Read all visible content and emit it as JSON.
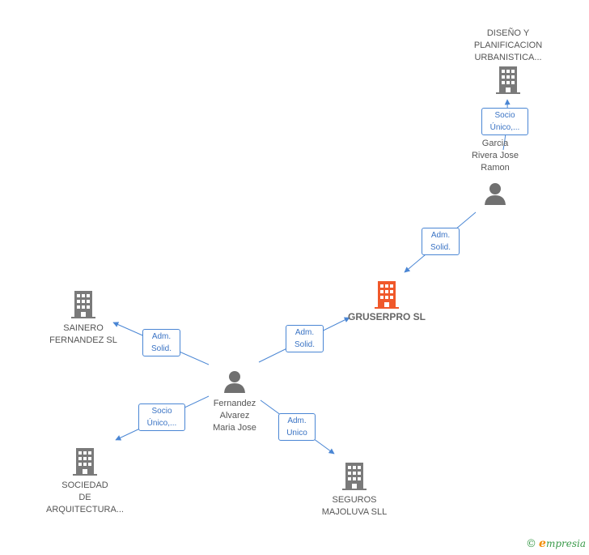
{
  "colors": {
    "edge": "#4a86d4",
    "company_icon": "#7a7a7a",
    "main_icon": "#f0582a",
    "person_icon": "#707070"
  },
  "nodes": {
    "diseno": {
      "label": "DISEÑO Y\nPLANIFICACION\nURBANISTICA...",
      "icon": "building-icon"
    },
    "garcia": {
      "label": "Garcia\nRivera Jose\nRamon",
      "icon": "person-icon"
    },
    "gruserpro": {
      "label": "GRUSERPRO SL",
      "icon": "building-icon"
    },
    "sainero": {
      "label": "SAINERO\nFERNANDEZ SL",
      "icon": "building-icon"
    },
    "fernandez": {
      "label": "Fernandez\nAlvarez\nMaria Jose",
      "icon": "person-icon"
    },
    "sociedad": {
      "label": "SOCIEDAD\nDE\nARQUITECTURA...",
      "icon": "building-icon"
    },
    "seguros": {
      "label": "SEGUROS\nMAJOLUVA SLL",
      "icon": "building-icon"
    }
  },
  "edges": {
    "garcia_diseno": "Socio\nÚnico,...",
    "garcia_gruserpro": "Adm.\nSolid.",
    "fernandez_gruserpro": "Adm.\nSolid.",
    "fernandez_sainero": "Adm.\nSolid.",
    "fernandez_sociedad": "Socio\nÚnico,...",
    "fernandez_seguros": "Adm.\nUnico"
  },
  "footer": {
    "copyright": "©",
    "brand_initial": "e",
    "brand_rest": "mpresia"
  }
}
